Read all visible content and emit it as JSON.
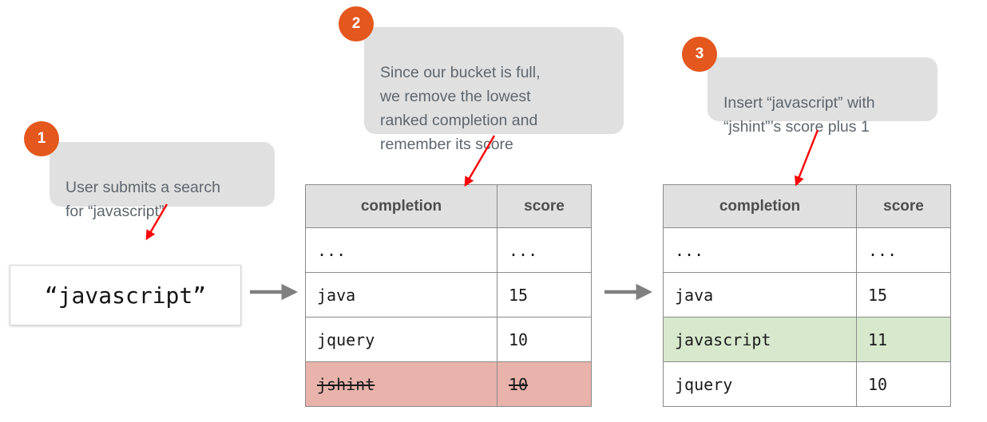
{
  "callouts": [
    {
      "number": "1",
      "text": "User submits a search\nfor “javascript”"
    },
    {
      "number": "2",
      "text": "Since our bucket is full,\nwe remove the lowest\nranked completion and\nremember its score"
    },
    {
      "number": "3",
      "text": "Insert “javascript” with\n“jshint”’s score plus 1"
    }
  ],
  "search_box": {
    "query": "“javascript”"
  },
  "tables": [
    {
      "name": "before",
      "headers": [
        "completion",
        "score"
      ],
      "rows": [
        {
          "completion": "...",
          "score": "...",
          "state": "normal"
        },
        {
          "completion": "java",
          "score": "15",
          "state": "normal"
        },
        {
          "completion": "jquery",
          "score": "10",
          "state": "normal"
        },
        {
          "completion": "jshint",
          "score": "10",
          "state": "removed"
        }
      ]
    },
    {
      "name": "after",
      "headers": [
        "completion",
        "score"
      ],
      "rows": [
        {
          "completion": "...",
          "score": "...",
          "state": "normal"
        },
        {
          "completion": "java",
          "score": "15",
          "state": "normal"
        },
        {
          "completion": "javascript",
          "score": "11",
          "state": "added"
        },
        {
          "completion": "jquery",
          "score": "10",
          "state": "normal"
        }
      ]
    }
  ],
  "colors": {
    "badge": "#e4571d",
    "bubble": "#e0e0e0",
    "bubble_text": "#5e666d",
    "removed_row": "#e8b3ab",
    "added_row": "#d8e8cd",
    "header_row": "#e0e0e0",
    "flow_arrow": "#808080",
    "pointer_arrow": "#fa0505"
  },
  "flow_arrows": [
    {
      "name": "search-to-before-table"
    },
    {
      "name": "before-to-after-table"
    }
  ],
  "pointer_arrows": [
    {
      "name": "callout-1-pointer"
    },
    {
      "name": "callout-2-pointer"
    },
    {
      "name": "callout-3-pointer"
    }
  ]
}
